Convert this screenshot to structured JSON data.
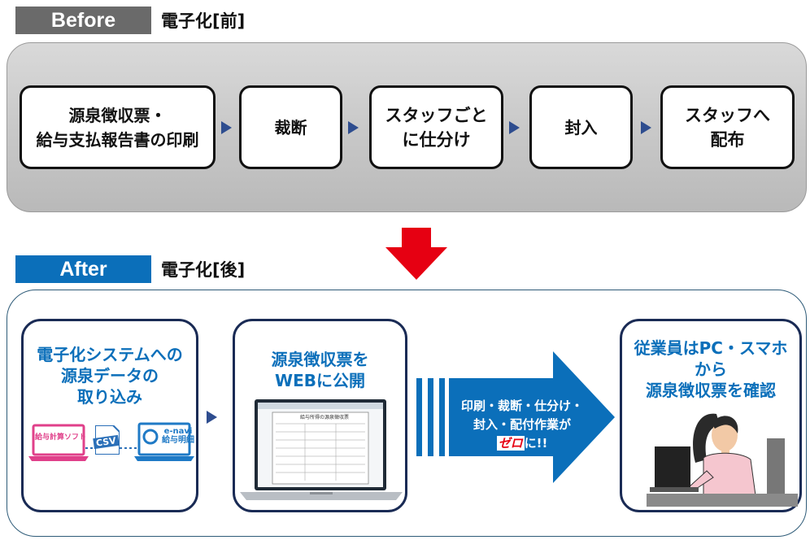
{
  "before": {
    "tag": "Before",
    "heading": "電子化[前]",
    "steps": [
      {
        "line1": "源泉徴収票・",
        "line2": "給与支払報告書の印刷"
      },
      {
        "line1": "裁断",
        "line2": ""
      },
      {
        "line1": "スタッフごと",
        "line2": "に仕分け"
      },
      {
        "line1": "封入",
        "line2": ""
      },
      {
        "line1": "スタッフへ",
        "line2": "配布"
      }
    ]
  },
  "after": {
    "tag": "After",
    "heading": "電子化[後]",
    "card1": {
      "line1": "電子化システムへの",
      "line2": "源泉データの",
      "line3": "取り込み",
      "laptop_label": "給与計算ソフト",
      "csv_label": "CSV",
      "logo_label": "e-navi",
      "logo_sub": "給与明細"
    },
    "card2": {
      "line1": "源泉徴収票を",
      "line2": "WEBに公開",
      "doc_title": "給与所得の源泉徴収票"
    },
    "arrow": {
      "line1": "印刷・裁断・仕分け・",
      "line2": "封入・配付作業が",
      "zero": "ゼロ",
      "suffix": "に!!"
    },
    "card3": {
      "line1": "従業員はPC・スマホ",
      "line2": "から",
      "line3": "源泉徴収票を確認"
    }
  },
  "colors": {
    "accent": "#0b6fba",
    "before_tag": "#6a6a6a",
    "down_arrow": "#e60012",
    "zero_red": "#e60012",
    "pink": "#e0408a"
  }
}
